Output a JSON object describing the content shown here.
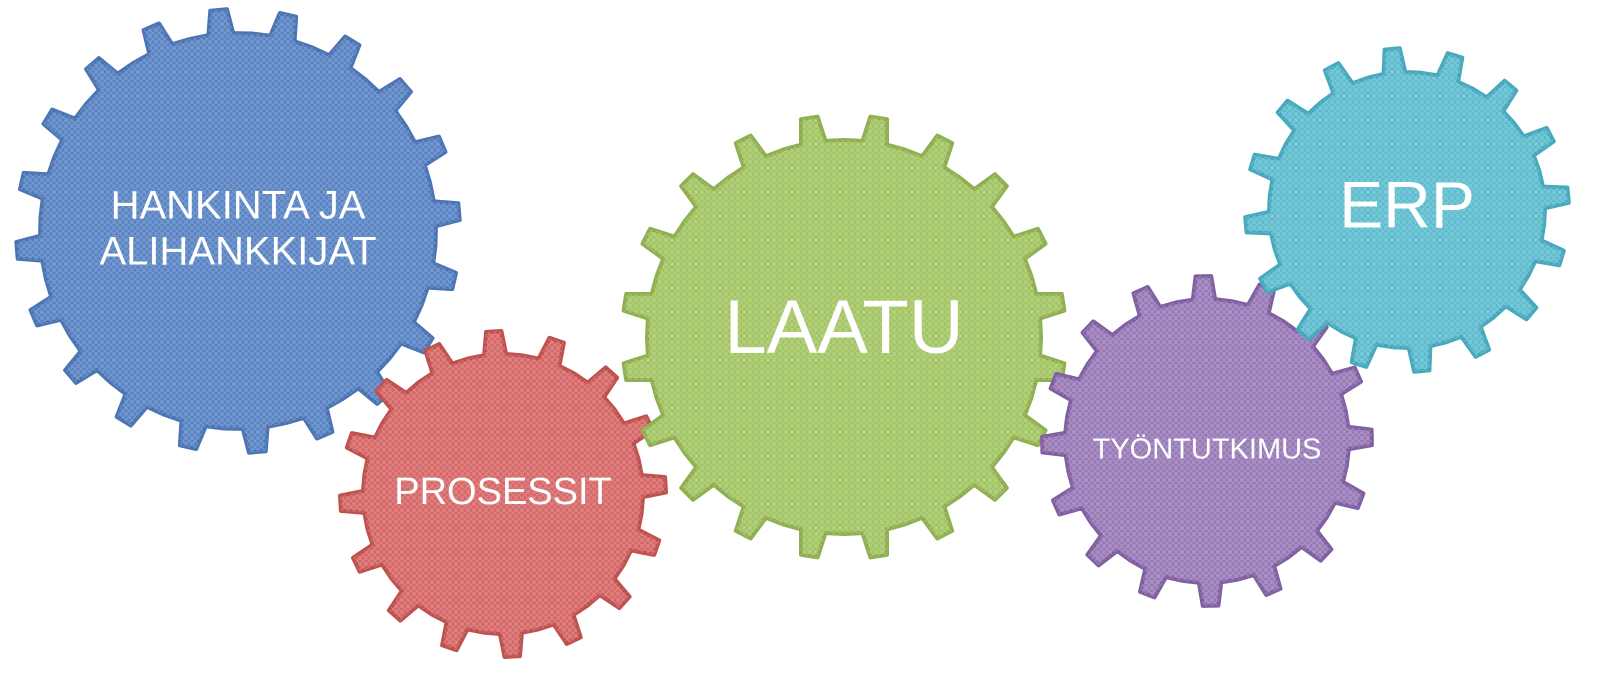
{
  "diagram": {
    "gears": [
      {
        "id": "hankinta",
        "lines": [
          "HANKINTA JA",
          "ALIHANKKIJAT"
        ],
        "fill": "#5B86C6",
        "stroke": "#4A74B4"
      },
      {
        "id": "prosessit",
        "lines": [
          "PROSESSIT"
        ],
        "fill": "#D96A6A",
        "stroke": "#C0504D"
      },
      {
        "id": "laatu",
        "lines": [
          "LAATU"
        ],
        "fill": "#A6C866",
        "stroke": "#8FB04F"
      },
      {
        "id": "tyontutkimus",
        "lines": [
          "TYÖNTUTKIMUS"
        ],
        "fill": "#9B7CBA",
        "stroke": "#7F5FA1"
      },
      {
        "id": "erp",
        "lines": [
          "ERP"
        ],
        "fill": "#60BFD2",
        "stroke": "#45A9BE"
      }
    ]
  }
}
